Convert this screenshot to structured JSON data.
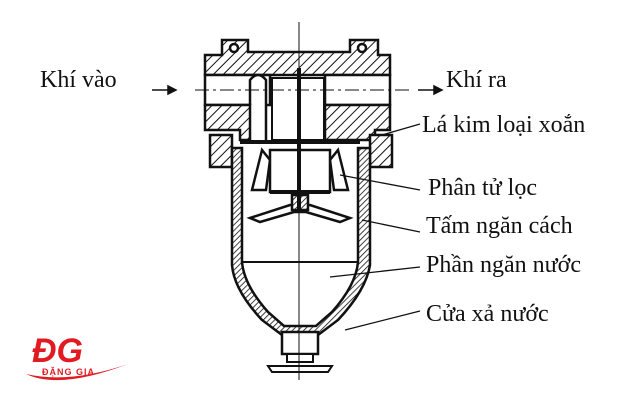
{
  "labels": {
    "inlet": "Khí vào",
    "outlet": "Khí ra",
    "metal_vane": "Lá kim loại xoắn",
    "filter_element": "Phân tử lọc",
    "baffle_plate": "Tấm ngăn cách",
    "water_chamber": "Phần ngăn nước",
    "drain": "Cửa xả nước"
  },
  "logo": {
    "mark": "ĐG",
    "name": "ĐẶNG GIA",
    "color": "#e01b22"
  },
  "colors": {
    "line": "#111111",
    "background": "#ffffff"
  }
}
